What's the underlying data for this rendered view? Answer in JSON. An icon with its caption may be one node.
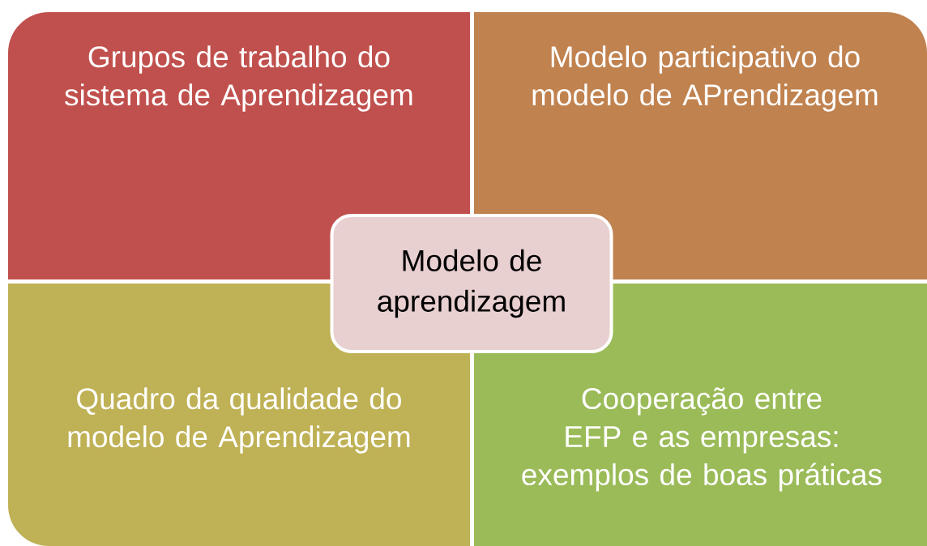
{
  "diagram": {
    "nodes": [
      {
        "text": [
          "Grupos de trabalho do sistema de Aprendizagem"
        ]
      },
      {
        "text": [
          "Modelo participativo do modelo de APrendizagem"
        ]
      },
      {
        "text": [
          "Modelo de aprendizagem"
        ]
      },
      {
        "text": [
          "Quadro da qualidade do modelo de Aprendizagem"
        ]
      },
      {
        "text": [
          "Cooperação entre EFP e as empresas: exemplos de boas práticas"
        ]
      }
    ]
  }
}
